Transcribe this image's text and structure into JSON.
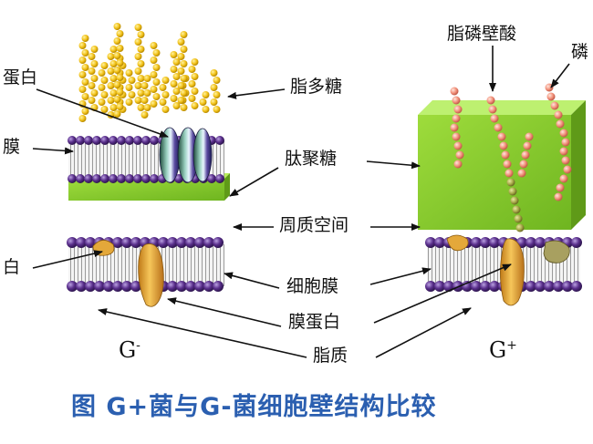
{
  "labels": {
    "protein_top": "蛋白",
    "membrane_left": "膜",
    "protein_left": "白",
    "lipopolysaccharide": "脂多糖",
    "peptidoglycan": "肽聚糖",
    "periplasmic_space": "周质空间",
    "cell_membrane": "细胞膜",
    "membrane_protein": "膜蛋白",
    "lipid": "脂质",
    "lipoteichoic_acid": "脂磷壁酸",
    "phosphorus": "磷"
  },
  "gram_negative": {
    "letter": "G",
    "sign": "-"
  },
  "gram_positive": {
    "letter": "G",
    "sign": "+"
  },
  "title": "图 G+菌与G-菌细胞壁结构比较",
  "colors": {
    "title": "#2b5fb0",
    "head_purple": "#5a2f8c",
    "green_wall": "#8fd030",
    "lps_yellow": "#f2c21a",
    "teichoic_pink": "#f29a86",
    "protein_orange": "#e8a838"
  }
}
